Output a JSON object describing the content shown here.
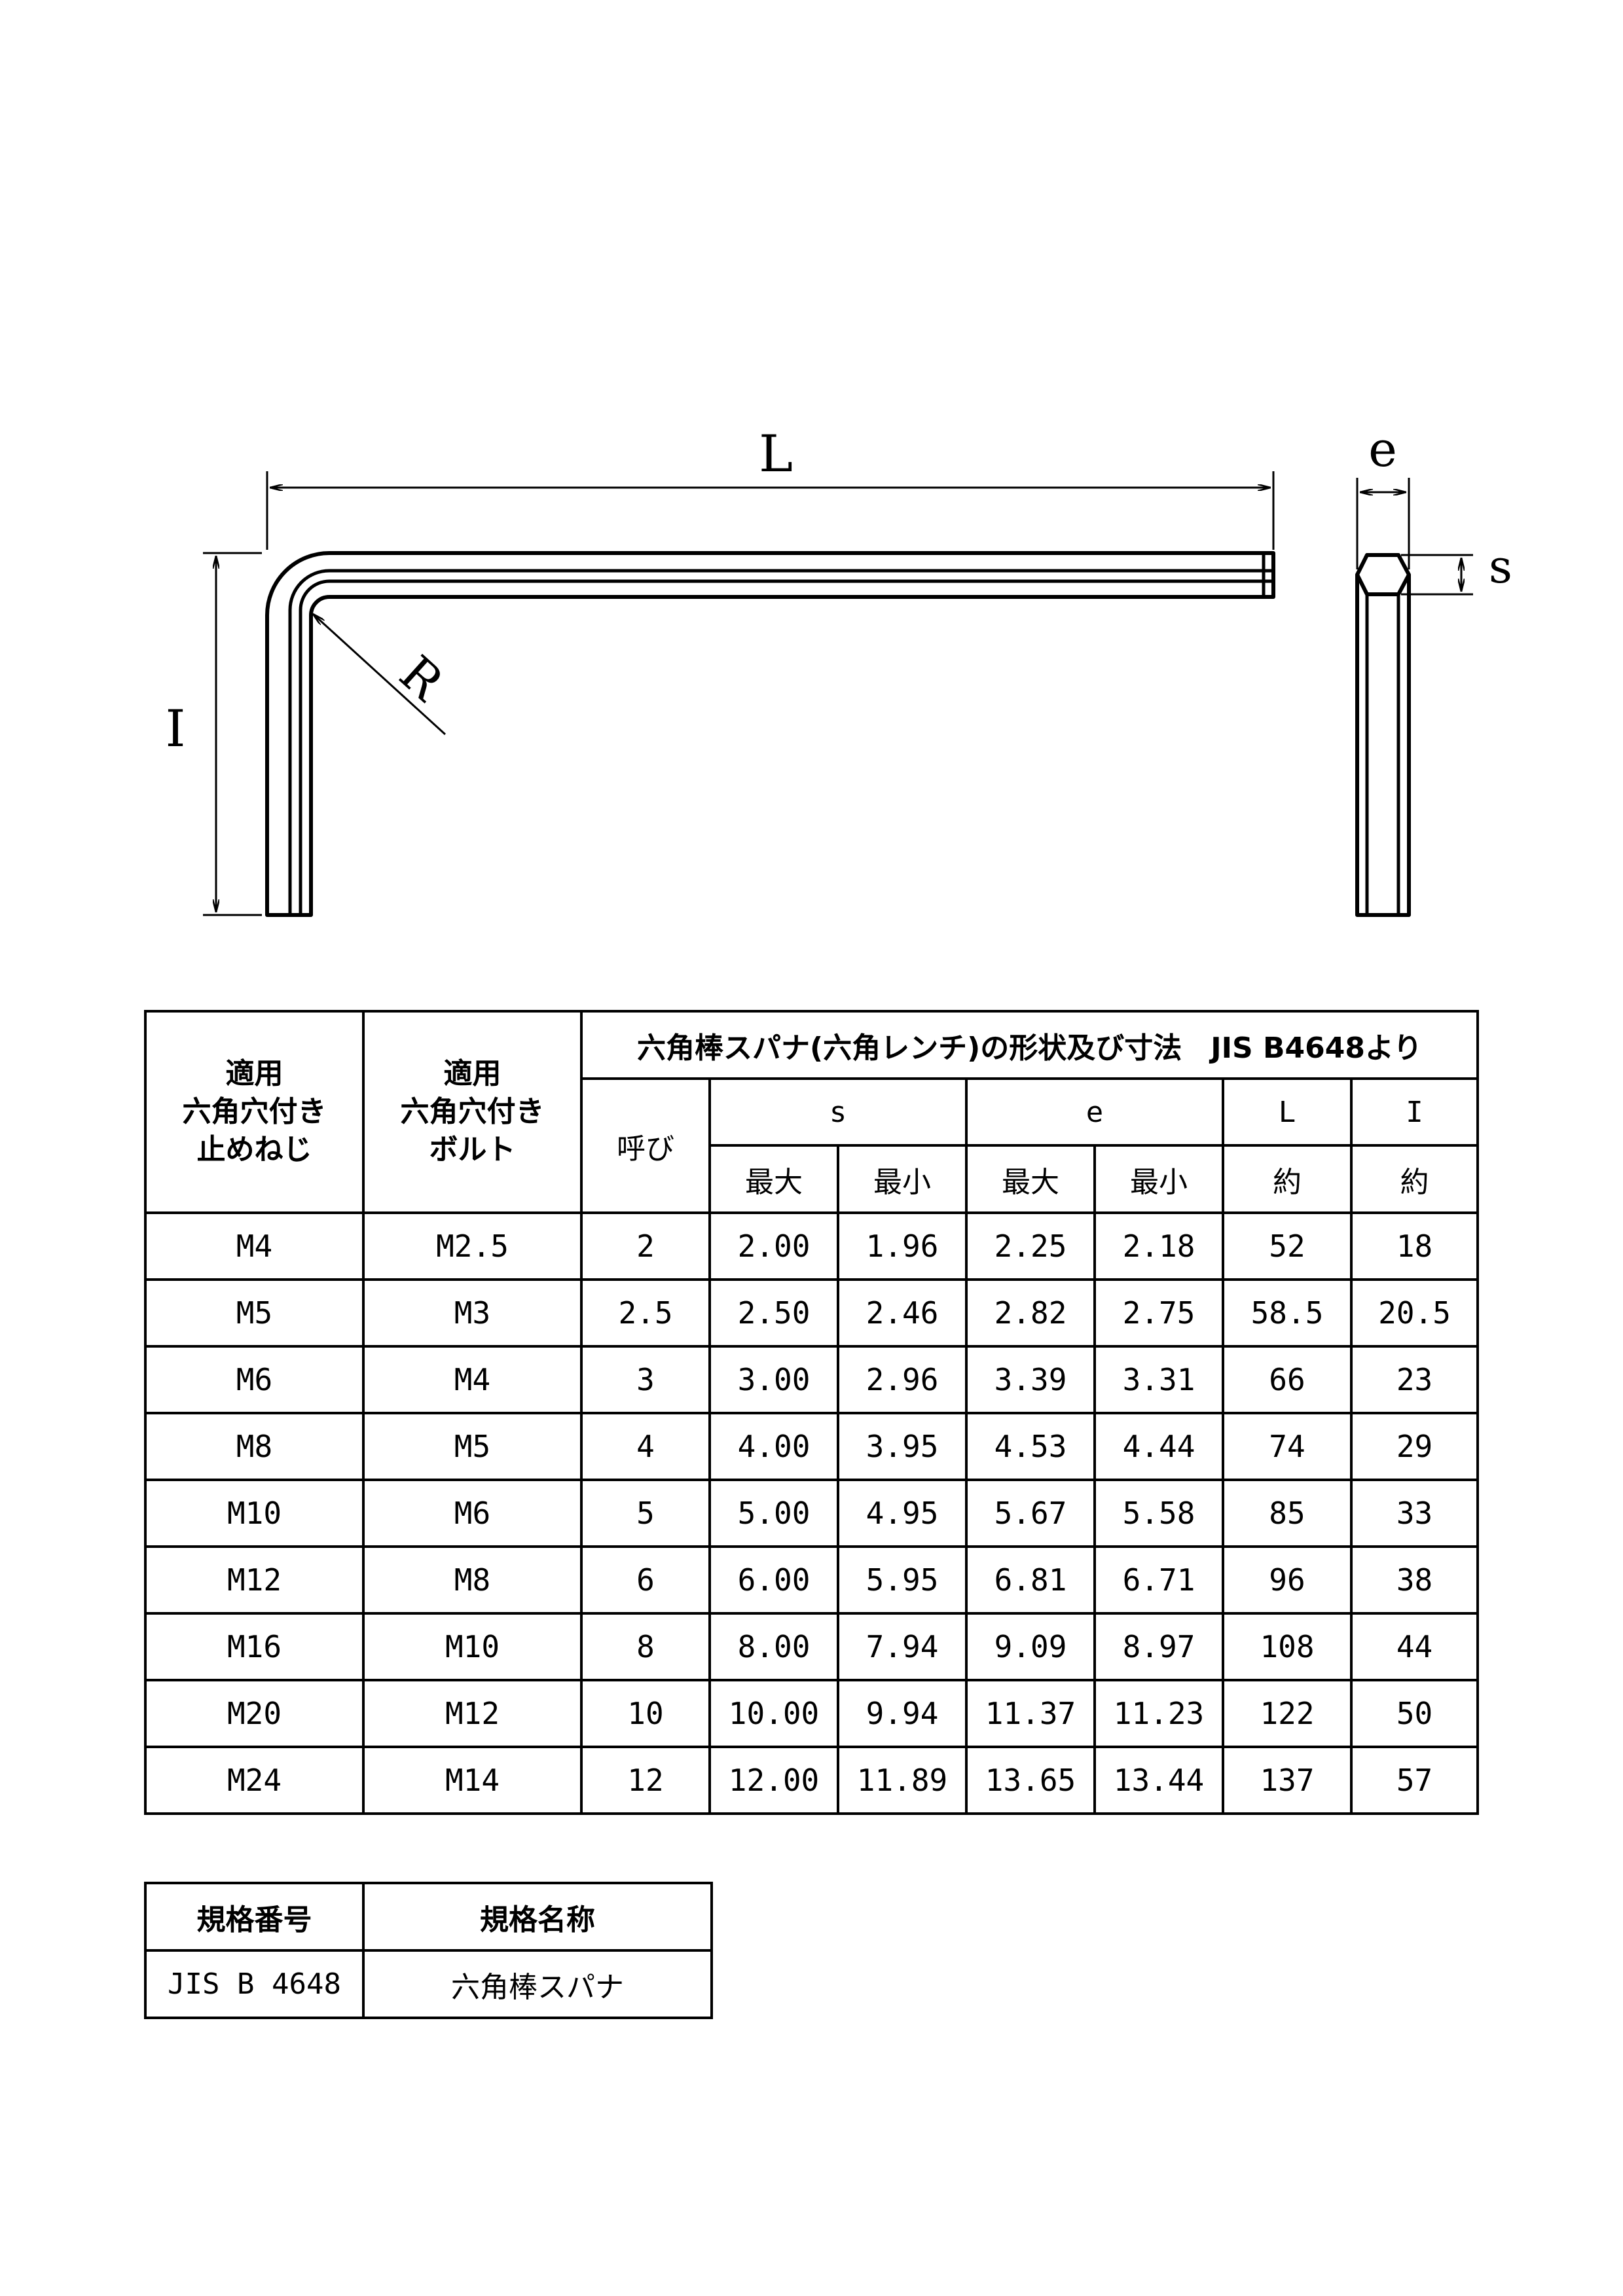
{
  "drawing": {
    "label_L": "L",
    "label_I": "I",
    "label_R": "R",
    "label_e": "e",
    "label_s": "s"
  },
  "spec_table": {
    "title": "六角棒スパナ(六角レンチ)の形状及び寸法　JIS B4648より",
    "col_setscrew": "適用\n六角穴付き\n止めねじ",
    "col_bolt": "適用\n六角穴付き\nボルト",
    "col_nominal": "呼び",
    "col_s": "s",
    "col_e": "e",
    "col_L": "L",
    "col_I": "I",
    "sub_max": "最大",
    "sub_min": "最小",
    "sub_approx": "約",
    "rows": [
      {
        "setscrew": "M4",
        "bolt": "M2.5",
        "nominal": "2",
        "s_max": "2.00",
        "s_min": "1.96",
        "e_max": "2.25",
        "e_min": "2.18",
        "L": "52",
        "I": "18"
      },
      {
        "setscrew": "M5",
        "bolt": "M3",
        "nominal": "2.5",
        "s_max": "2.50",
        "s_min": "2.46",
        "e_max": "2.82",
        "e_min": "2.75",
        "L": "58.5",
        "I": "20.5"
      },
      {
        "setscrew": "M6",
        "bolt": "M4",
        "nominal": "3",
        "s_max": "3.00",
        "s_min": "2.96",
        "e_max": "3.39",
        "e_min": "3.31",
        "L": "66",
        "I": "23"
      },
      {
        "setscrew": "M8",
        "bolt": "M5",
        "nominal": "4",
        "s_max": "4.00",
        "s_min": "3.95",
        "e_max": "4.53",
        "e_min": "4.44",
        "L": "74",
        "I": "29"
      },
      {
        "setscrew": "M10",
        "bolt": "M6",
        "nominal": "5",
        "s_max": "5.00",
        "s_min": "4.95",
        "e_max": "5.67",
        "e_min": "5.58",
        "L": "85",
        "I": "33"
      },
      {
        "setscrew": "M12",
        "bolt": "M8",
        "nominal": "6",
        "s_max": "6.00",
        "s_min": "5.95",
        "e_max": "6.81",
        "e_min": "6.71",
        "L": "96",
        "I": "38"
      },
      {
        "setscrew": "M16",
        "bolt": "M10",
        "nominal": "8",
        "s_max": "8.00",
        "s_min": "7.94",
        "e_max": "9.09",
        "e_min": "8.97",
        "L": "108",
        "I": "44"
      },
      {
        "setscrew": "M20",
        "bolt": "M12",
        "nominal": "10",
        "s_max": "10.00",
        "s_min": "9.94",
        "e_max": "11.37",
        "e_min": "11.23",
        "L": "122",
        "I": "50"
      },
      {
        "setscrew": "M24",
        "bolt": "M14",
        "nominal": "12",
        "s_max": "12.00",
        "s_min": "11.89",
        "e_max": "13.65",
        "e_min": "13.44",
        "L": "137",
        "I": "57"
      }
    ]
  },
  "standard_table": {
    "header_number": "規格番号",
    "header_name": "規格名称",
    "number": "JIS B 4648",
    "name": "六角棒スパナ"
  }
}
